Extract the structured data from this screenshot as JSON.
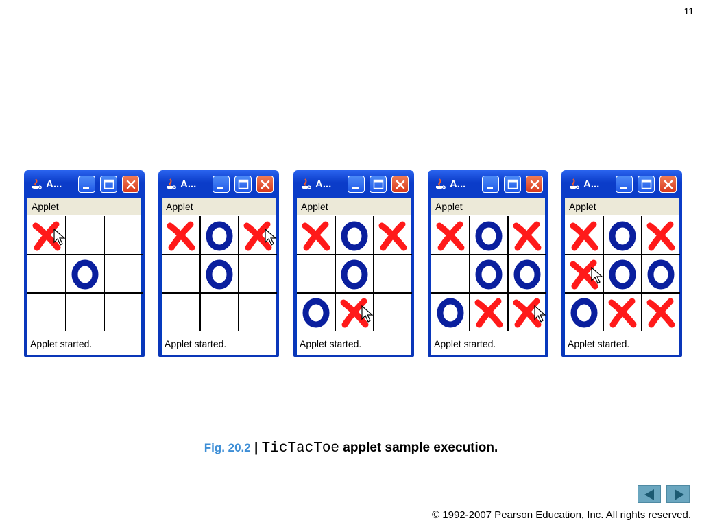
{
  "page_number": "11",
  "windows": [
    {
      "title": "A...",
      "menu_label": "Applet",
      "status": "Applet started.",
      "board": [
        "X",
        "",
        "",
        "",
        "O",
        "",
        "",
        "",
        ""
      ],
      "cursor_cell": 0
    },
    {
      "title": "A...",
      "menu_label": "Applet",
      "status": "Applet started.",
      "board": [
        "X",
        "O",
        "X",
        "",
        "O",
        "",
        "",
        "",
        ""
      ],
      "cursor_cell": 2
    },
    {
      "title": "A...",
      "menu_label": "Applet",
      "status": "Applet started.",
      "board": [
        "X",
        "O",
        "X",
        "",
        "O",
        "",
        "O",
        "X",
        ""
      ],
      "cursor_cell": 7
    },
    {
      "title": "A...",
      "menu_label": "Applet",
      "status": "Applet started.",
      "board": [
        "X",
        "O",
        "X",
        "",
        "O",
        "O",
        "O",
        "X",
        "X"
      ],
      "cursor_cell": 8
    },
    {
      "title": "A...",
      "menu_label": "Applet",
      "status": "Applet started.",
      "board": [
        "X",
        "O",
        "X",
        "X",
        "O",
        "O",
        "O",
        "X",
        "X"
      ],
      "cursor_cell": 3
    }
  ],
  "caption": {
    "fig_label": "Fig. 20.2",
    "separator": " | ",
    "code": "TicTacToe",
    "text": " applet sample execution."
  },
  "copyright": "© 1992-2007 Pearson Education, Inc.  All rights reserved.",
  "colors": {
    "x_mark": "#ff1a1a",
    "o_mark": "#0a1f9e",
    "fig_label": "#3d8ed6",
    "nav_button": "#6aa6bf"
  },
  "icons": {
    "window_icon": "java-coffee-icon",
    "minimize": "minimize-icon",
    "maximize": "maximize-icon",
    "close": "close-icon",
    "prev": "prev-arrow-icon",
    "next": "next-arrow-icon"
  }
}
